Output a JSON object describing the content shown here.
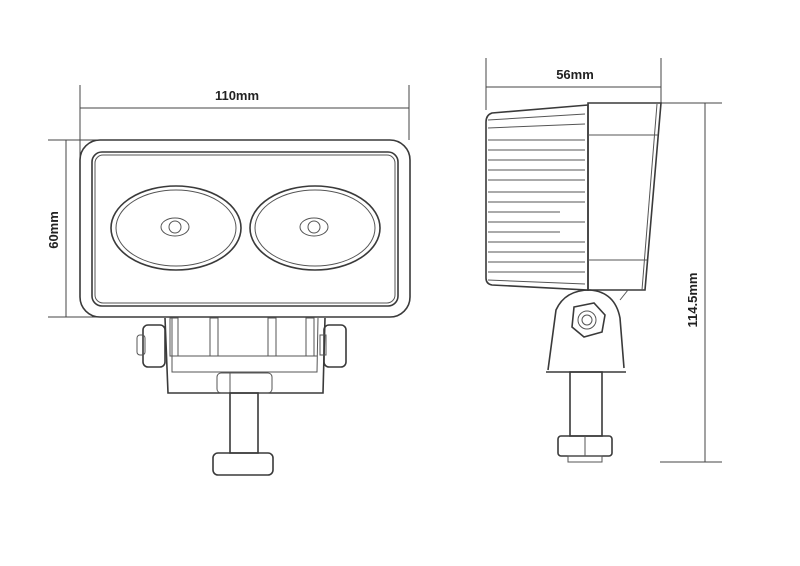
{
  "front_view": {
    "width_label": "110mm",
    "height_label": "60mm"
  },
  "side_view": {
    "depth_label": "56mm",
    "total_height_label": "114.5mm"
  }
}
